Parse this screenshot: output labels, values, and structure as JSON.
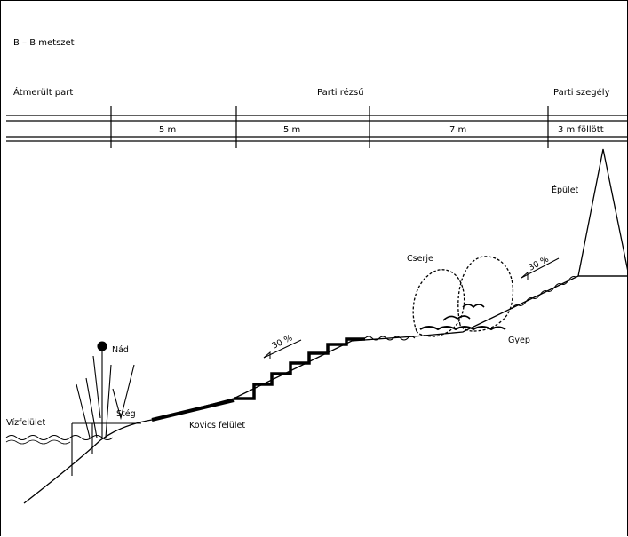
{
  "title": "B – B metszet",
  "zones": {
    "left": "Átmerült part",
    "middle": "Parti rézsű",
    "right": "Parti szegély"
  },
  "dimensions": [
    "5 m",
    "5 m",
    "7 m",
    "3 m föllött"
  ],
  "labels": {
    "water": "Vízfelület",
    "reed": "Nád",
    "jetty": "Stég",
    "gravel": "Kovics felület",
    "slope1": "30 %",
    "shrub": "Cserje",
    "slope2": "30 %",
    "grass": "Gyep",
    "building": "Épület"
  }
}
